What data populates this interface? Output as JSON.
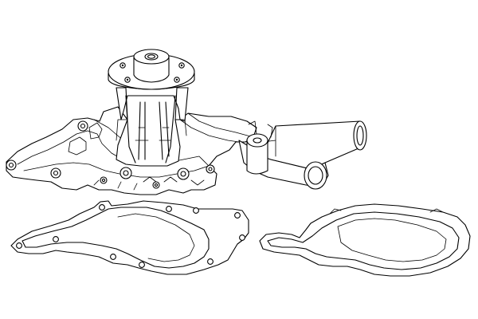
{
  "figure": {
    "kind": "exploded parts line drawing",
    "parts": [
      {
        "id": "water-pump",
        "icon": "water-pump-icon"
      },
      {
        "id": "gasket-left",
        "icon": "gasket-icon"
      },
      {
        "id": "gasket-right",
        "icon": "gasket-icon"
      }
    ],
    "colors": {
      "line": "#000000",
      "background": "#ffffff"
    }
  }
}
